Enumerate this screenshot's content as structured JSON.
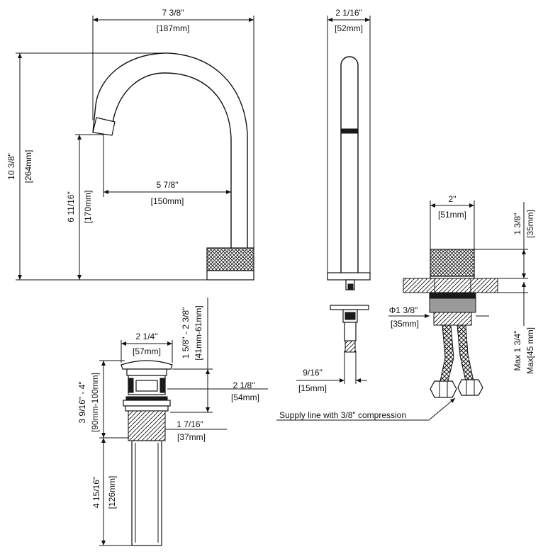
{
  "dimensions": {
    "spout_width_in": "7 3/8\"",
    "spout_width_mm": "[187mm]",
    "total_height_in": "10 3/8\"",
    "total_height_mm": "[264mm]",
    "spout_height_in": "6 11/16\"",
    "spout_height_mm": "[170mm]",
    "spout_reach_in": "5 7/8\"",
    "spout_reach_mm": "[150mm]",
    "side_width_in": "2 1/16\"",
    "side_width_mm": "[52mm]",
    "base_width_in": "2\"",
    "base_width_mm": "[51mm]",
    "base_height_in": "1 3/8\"",
    "base_height_mm": "[35mm]",
    "hole_dia_in": "Φ1 3/8\"",
    "hole_dia_mm": "[35mm]",
    "deck_thickness_in": "Max 1 3/4\"",
    "deck_thickness_mm": "Max[45 mm]",
    "connector_in": "9/16\"",
    "connector_mm": "[15mm]",
    "supply_note": "Supply line with 3/8\" compression",
    "drain_cap_in": "2 1/4\"",
    "drain_cap_mm": "[57mm]",
    "drain_adj_in": "1 5/8\" - 2 3/8\"",
    "drain_adj_mm": "[41mm-61mm]",
    "drain_body_in": "2 1/8\"",
    "drain_body_mm": "[54mm]",
    "drain_height_in": "3 9/16\" - 4\"",
    "drain_height_mm": "[90mm-100mm]",
    "drain_thread_in": "1 7/16\"",
    "drain_thread_mm": "[37mm]",
    "tail_length_in": "4 15/16\"",
    "tail_length_mm": "[126mm]"
  }
}
